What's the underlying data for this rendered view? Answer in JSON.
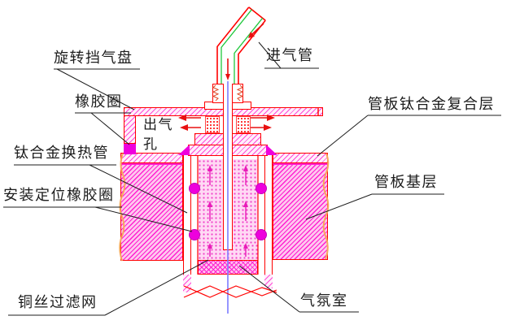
{
  "diagram": {
    "type": "engineering-cross-section",
    "labels": {
      "rotating_baffle_disc": "旋转挡气盘",
      "inlet_pipe": "进气管",
      "rubber_ring": "橡胶圈",
      "outlet_hole": "出气\n孔",
      "tube_sheet_titanium_composite_layer": "管板钛合金复合层",
      "titanium_heat_exchange_tube": "钛合金换热管",
      "tube_sheet_base_layer": "管板基层",
      "install_positioning_rubber_ring": "安装定位橡胶圈",
      "copper_wire_filter_mesh": "铜丝过滤网",
      "atmosphere_chamber": "气氛室"
    },
    "colors": {
      "hatch_magenta": "#ff1fd0",
      "outline_red": "#ff0000",
      "pipe_bore_green": "#1fc83c",
      "centerline_blue": "#7b7bff",
      "seal_magenta": "#ee00dd",
      "break_edge_orange": "#f7a95c",
      "leader_black": "#1c1c1c",
      "flow_arrow_red": "#e81010",
      "flow_arrow_magenta": "#e81cb8"
    }
  }
}
